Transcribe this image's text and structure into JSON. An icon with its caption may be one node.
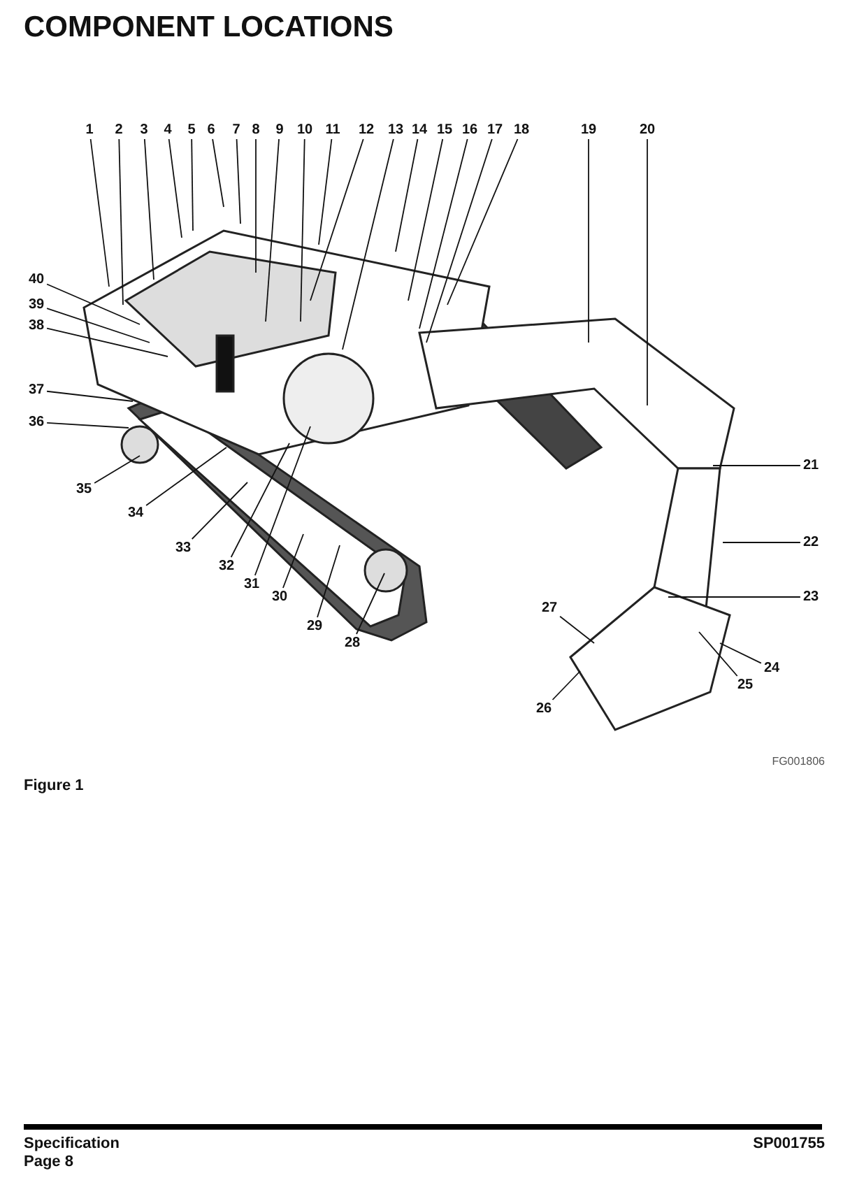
{
  "diagram": {
    "title": "COMPONENT LOCATIONS",
    "caption": "Figure 1",
    "nodes": [
      {
        "text": [
          "1"
        ]
      },
      {
        "text": [
          "2"
        ]
      },
      {
        "text": [
          "3"
        ]
      },
      {
        "text": [
          "4"
        ]
      },
      {
        "text": [
          "5"
        ]
      },
      {
        "text": [
          "6"
        ]
      },
      {
        "text": [
          "7"
        ]
      },
      {
        "text": [
          "8"
        ]
      },
      {
        "text": [
          "9"
        ]
      },
      {
        "text": [
          "10"
        ]
      },
      {
        "text": [
          "11"
        ]
      },
      {
        "text": [
          "12"
        ]
      },
      {
        "text": [
          "13"
        ]
      },
      {
        "text": [
          "14"
        ]
      },
      {
        "text": [
          "15"
        ]
      },
      {
        "text": [
          "16"
        ]
      },
      {
        "text": [
          "17"
        ]
      },
      {
        "text": [
          "18"
        ]
      },
      {
        "text": [
          "19"
        ]
      },
      {
        "text": [
          "20"
        ]
      },
      {
        "text": [
          "21"
        ]
      },
      {
        "text": [
          "22"
        ]
      },
      {
        "text": [
          "23"
        ]
      },
      {
        "text": [
          "24"
        ]
      },
      {
        "text": [
          "25"
        ]
      },
      {
        "text": [
          "26"
        ]
      },
      {
        "text": [
          "27"
        ]
      },
      {
        "text": [
          "28"
        ]
      },
      {
        "text": [
          "29"
        ]
      },
      {
        "text": [
          "30"
        ]
      },
      {
        "text": [
          "31"
        ]
      },
      {
        "text": [
          "32"
        ]
      },
      {
        "text": [
          "33"
        ]
      },
      {
        "text": [
          "34"
        ]
      },
      {
        "text": [
          "35"
        ]
      },
      {
        "text": [
          "36"
        ]
      },
      {
        "text": [
          "37"
        ]
      },
      {
        "text": [
          "38"
        ]
      },
      {
        "text": [
          "39"
        ]
      },
      {
        "text": [
          "40"
        ]
      }
    ],
    "edges": [
      {
        "from": 0,
        "to": null,
        "arrow": "none"
      },
      {
        "from": 1,
        "to": null,
        "arrow": "none"
      },
      {
        "from": 2,
        "to": null,
        "arrow": "none"
      },
      {
        "from": 3,
        "to": null,
        "arrow": "none"
      },
      {
        "from": 4,
        "to": null,
        "arrow": "none"
      },
      {
        "from": 5,
        "to": null,
        "arrow": "none"
      },
      {
        "from": 6,
        "to": null,
        "arrow": "none"
      },
      {
        "from": 7,
        "to": null,
        "arrow": "none"
      },
      {
        "from": 8,
        "to": null,
        "arrow": "none"
      },
      {
        "from": 9,
        "to": null,
        "arrow": "none"
      },
      {
        "from": 10,
        "to": null,
        "arrow": "none"
      },
      {
        "from": 11,
        "to": null,
        "arrow": "none"
      },
      {
        "from": 12,
        "to": null,
        "arrow": "none"
      },
      {
        "from": 13,
        "to": null,
        "arrow": "none"
      },
      {
        "from": 14,
        "to": null,
        "arrow": "none"
      },
      {
        "from": 15,
        "to": null,
        "arrow": "none"
      },
      {
        "from": 16,
        "to": null,
        "arrow": "none"
      },
      {
        "from": 17,
        "to": null,
        "arrow": "none"
      },
      {
        "from": 18,
        "to": null,
        "arrow": "none"
      },
      {
        "from": 19,
        "to": null,
        "arrow": "none"
      },
      {
        "from": 20,
        "to": null,
        "arrow": "none"
      },
      {
        "from": 21,
        "to": null,
        "arrow": "none"
      },
      {
        "from": 22,
        "to": null,
        "arrow": "none"
      },
      {
        "from": 23,
        "to": null,
        "arrow": "none"
      },
      {
        "from": 24,
        "to": null,
        "arrow": "none"
      },
      {
        "from": 25,
        "to": null,
        "arrow": "none"
      },
      {
        "from": 26,
        "to": null,
        "arrow": "none"
      },
      {
        "from": 27,
        "to": null,
        "arrow": "none"
      },
      {
        "from": 28,
        "to": null,
        "arrow": "none"
      },
      {
        "from": 29,
        "to": null,
        "arrow": "none"
      },
      {
        "from": 30,
        "to": null,
        "arrow": "none"
      },
      {
        "from": 31,
        "to": null,
        "arrow": "none"
      },
      {
        "from": 32,
        "to": null,
        "arrow": "none"
      },
      {
        "from": 33,
        "to": null,
        "arrow": "none"
      },
      {
        "from": 34,
        "to": null,
        "arrow": "none"
      },
      {
        "from": 35,
        "to": null,
        "arrow": "none"
      },
      {
        "from": 36,
        "to": null,
        "arrow": "none"
      },
      {
        "from": 37,
        "to": null,
        "arrow": "none"
      },
      {
        "from": 38,
        "to": null,
        "arrow": "none"
      },
      {
        "from": 39,
        "to": null,
        "arrow": "none"
      }
    ],
    "labels": [
      "FG001806",
      "Specification",
      "Page 8",
      "SP001755"
    ]
  }
}
